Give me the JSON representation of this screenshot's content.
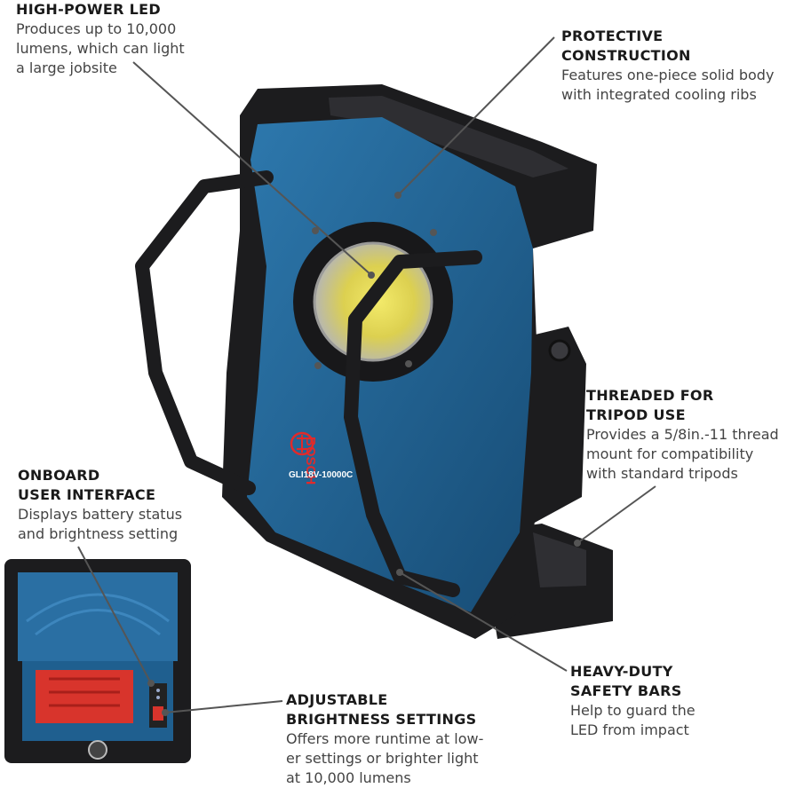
{
  "brand": "BOSCH",
  "model": "GLI18V-10000C",
  "callouts": {
    "led": {
      "title": "HIGH-POWER LED",
      "desc": "Produces up to 10,000\nlumens, which can light\na large jobsite"
    },
    "protective": {
      "title": "PROTECTIVE\nCONSTRUCTION",
      "desc": "Features one-piece solid body\nwith integrated cooling ribs"
    },
    "tripod": {
      "title": "THREADED FOR\nTRIPOD USE",
      "desc": "Provides a 5/8in.-11 thread\nmount for compatibility\nwith standard tripods"
    },
    "interface": {
      "title": "ONBOARD\nUSER INTERFACE",
      "desc": "Displays battery status\nand brightness setting"
    },
    "safety": {
      "title": "HEAVY-DUTY\nSAFETY BARS",
      "desc": "Help to guard the\nLED from impact"
    },
    "brightness": {
      "title": "ADJUSTABLE\nBRIGHTNESS SETTINGS",
      "desc": "Offers more runtime at low-\ner settings or brighter light\nat 10,000 lumens"
    }
  },
  "colors": {
    "body_blue": "#1f5f8f",
    "frame_black": "#1c1c1e",
    "battery_red": "#d8342c",
    "led_yellow": "#e7d94a"
  }
}
